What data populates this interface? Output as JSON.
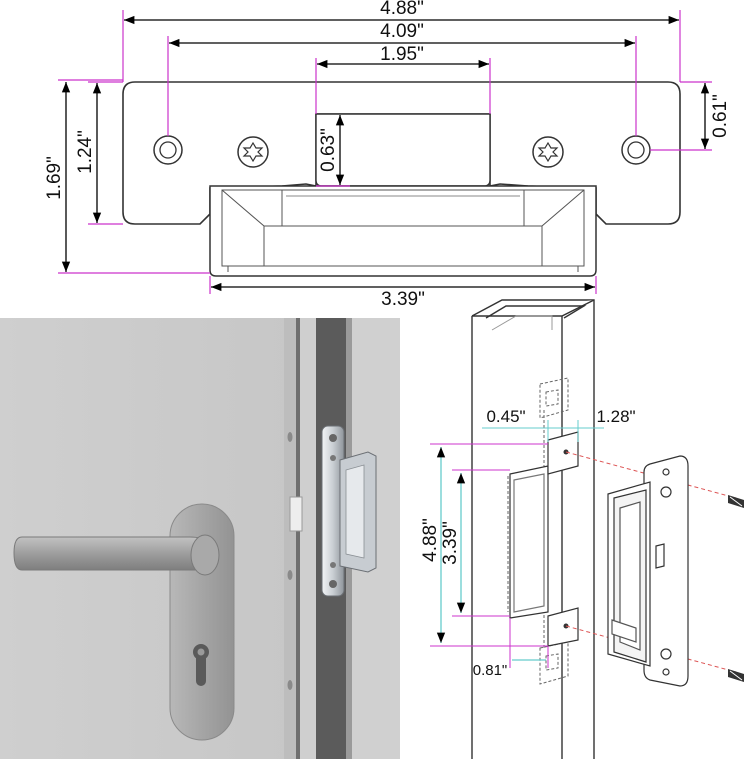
{
  "top_drawing": {
    "dim_overall_width": "4.88\"",
    "dim_screw_spacing": "4.09\"",
    "dim_opening_width": "1.95\"",
    "dim_opening_depth": "0.63\"",
    "dim_overall_height": "1.69\"",
    "dim_plate_height": "1.24\"",
    "dim_edge_offset": "0.61\"",
    "dim_body_width": "3.39\""
  },
  "install_drawing": {
    "dim_left_offset": "0.45\"",
    "dim_right_offset": "1.28\"",
    "dim_cutout_height": "4.88\"",
    "dim_body_height": "3.39\"",
    "dim_bottom_offset": "0.81\""
  },
  "colors": {
    "dimension_line": "#000000",
    "extension_line_magenta": "#cc33cc",
    "extension_line_cyan": "#66cccc",
    "door_gray": "#c9c9c9",
    "hardware_silver": "#b4b4b4",
    "strike_steel": "#d8dde2"
  },
  "icons": {
    "screw_left": "torx-screw-icon",
    "screw_right": "torx-screw-icon",
    "mount_hole": "mounting-hole-icon"
  }
}
